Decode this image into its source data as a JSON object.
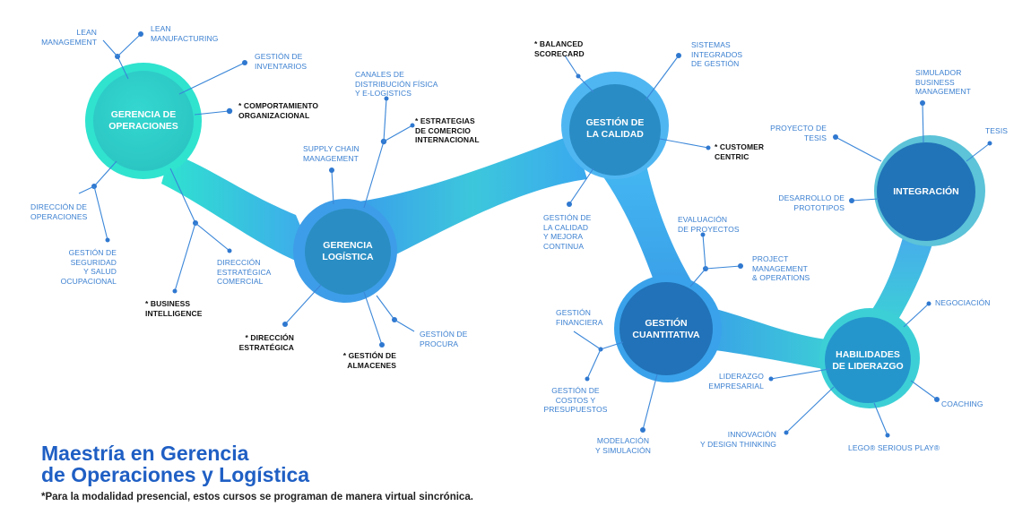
{
  "hubs": {
    "operaciones": "GERENCIA DE\nOPERACIONES",
    "logistica": "GERENCIA\nLOGÍSTICA",
    "calidad": "GESTIÓN DE\nLA CALIDAD",
    "cuantitativa": "GESTIÓN\nCUANTITATIVA",
    "integracion": "INTEGRACIÓN",
    "liderazgo": "HABILIDADES\nDE LIDERAZGO"
  },
  "courses": {
    "lean_management": "LEAN\nMANAGEMENT",
    "lean_manufacturing": "LEAN\nMANUFACTURING",
    "gestion_inventarios": "GESTIÓN DE\nINVENTARIOS",
    "comportamiento": "* COMPORTAMIENTO\nORGANIZACIONAL",
    "direccion_operaciones": "DIRECCIÓN DE\nOPERACIONES",
    "seguridad": "GESTIÓN DE\nSEGURIDAD\nY SALUD\nOCUPACIONAL",
    "direccion_comercial": "DIRECCIÓN\nESTRATÉGICA\nCOMERCIAL",
    "business_intelligence": "* BUSINESS\nINTELLIGENCE",
    "canales": "CANALES DE\nDISTRIBUCIÓN FÍSICA\nY E-LOGISTICS",
    "estrategias_comercio": "* ESTRATEGIAS\nDE COMERCIO\nINTERNACIONAL",
    "supply_chain": "SUPPLY CHAIN\nMANAGEMENT",
    "direccion_estrategica": "* DIRECCIÓN\nESTRATÉGICA",
    "almacenes": "* GESTIÓN DE\nALMACENES",
    "procura": "GESTIÓN DE\nPROCURA",
    "balanced_scorecard": "* BALANCED\nSCORECARD",
    "sistemas_integrados": "SISTEMAS\nINTEGRADOS\nDE GESTIÓN",
    "customer_centric": "* CUSTOMER\nCENTRIC",
    "calidad_mejora": "GESTIÓN DE\nLA CALIDAD\nY MEJORA\nCONTINUA",
    "evaluacion_proyectos": "EVALUACIÓN\nDE PROYECTOS",
    "project_management": "PROJECT\nMANAGEMENT\n& OPERATIONS",
    "gestion_financiera": "GESTIÓN\nFINANCIERA",
    "costos": "GESTIÓN DE\nCOSTOS Y\nPRESUPUESTOS",
    "modelacion": "MODELACIÓN\nY SIMULACIÓN",
    "simulador": "SIMULADOR\nBUSINESS\nMANAGEMENT",
    "proyecto_tesis": "PROYECTO DE\nTESIS",
    "tesis": "TESIS",
    "prototipos": "DESARROLLO DE\nPROTOTIPOS",
    "negociacion": "NEGOCIACIÓN",
    "coaching": "COACHING",
    "liderazgo_empresarial": "LIDERAZGO\nEMPRESARIAL",
    "innovacion": "INNOVACIÓN\nY DESIGN THINKING",
    "lego": "LEGO® SERIOUS PLAY®"
  },
  "title": "Maestría en Gerencia\nde Operaciones y Logística",
  "footnote": "*Para la modalidad presencial, estos cursos se programan de manera virtual sincrónica.",
  "colors": {
    "teal": "#2fe3cf",
    "light_blue": "#4fb6f2",
    "mid_blue": "#2a86d8",
    "dark_blue": "#1a5fb0",
    "text_blue": "#3a7fd0",
    "title_blue": "#1f5fc4"
  }
}
